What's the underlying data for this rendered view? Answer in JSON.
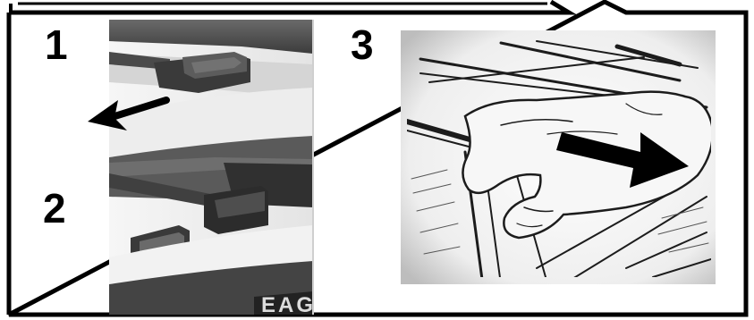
{
  "panel": {
    "steps": [
      {
        "number": "1"
      },
      {
        "number": "2"
      },
      {
        "number": "3"
      }
    ],
    "partial_label": "EAG"
  },
  "icons": {
    "left_arrow": "arrow-left-icon",
    "right_arrow": "arrow-right-icon"
  }
}
